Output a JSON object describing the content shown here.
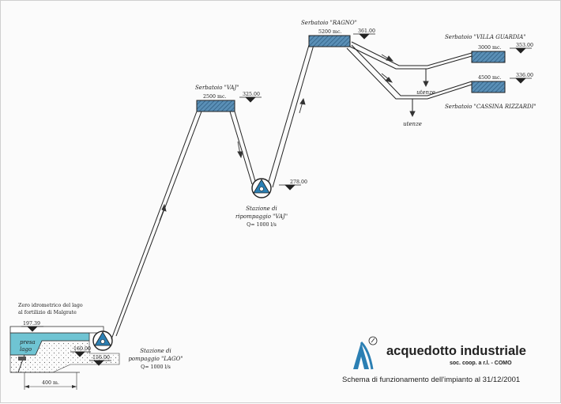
{
  "tanks": {
    "vaj": {
      "label": "Serbatoio \"VAJ\"",
      "capacity": "2500 mc.",
      "elevation": "325.00"
    },
    "ragno": {
      "label": "Serbatoio \"RAGNO\"",
      "capacity": "5200 mc.",
      "elevation": "361.00"
    },
    "villa_guardia": {
      "label": "Serbatoio \"VILLA GUARDIA\"",
      "capacity": "3000 mc.",
      "elevation": "353.00"
    },
    "cassina_rizzardi": {
      "label": "Serbatoio \"CASSINA RIZZARDI\"",
      "capacity": "4500 mc.",
      "elevation": "336.00"
    }
  },
  "stations": {
    "vaj": {
      "line1": "Stazione di",
      "line2": "ripompaggio \"VAJ\"",
      "flow": "Q= 1000 l/s",
      "elevation": "278.00"
    },
    "lago": {
      "line1": "Stazione di",
      "line2": "pompaggio \"LAGO\"",
      "flow": "Q= 1000 l/s"
    }
  },
  "lake": {
    "zero_line1": "Zero idrometrico del lago",
    "zero_line2": "al fortilizio di Malgrate",
    "elev_zero": "197.39",
    "elev_intake": "160.00",
    "elev_pump": "156.00",
    "intake_line1": "presa",
    "intake_line2": "lago",
    "distance": "400 m."
  },
  "users": {
    "label1": "utenze",
    "label2": "utenze"
  },
  "brand": {
    "name": "acquedotto industriale",
    "sub": "soc. coop. a r.l. - COMO"
  },
  "caption": "Schema di funzionamento dell'impianto al 31/12/2001",
  "colors": {
    "tank_fill": "#5a8fb6",
    "lake": "#6fc4d3",
    "line": "#222222",
    "logo": "#2b7fb3"
  }
}
